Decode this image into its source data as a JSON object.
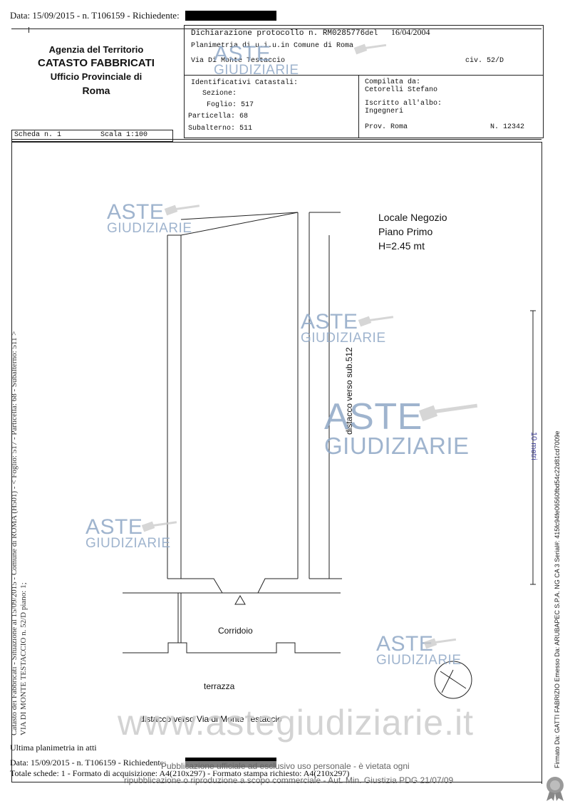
{
  "header": {
    "top_line_prefix": "Data: 15/09/2015 - n. T106159 - Richiedente:",
    "left_title_1": "Agenzia del Territorio",
    "left_title_2": "CATASTO FABBRICATI",
    "left_title_3": "Ufficio Provinciale di",
    "left_title_4": "Roma",
    "protocol_label": "Dichiarazione protocollo n. RM0285776",
    "protocol_del": "del",
    "protocol_date": "16/04/2004",
    "planimetria": "Planimetria di u.i.u.in Comune di Roma",
    "address": "Via Di Monte Testaccio",
    "civ": "civ. 52/D",
    "identificativi": "Identificativi Catastali:",
    "sezione": "Sezione:",
    "foglio": "Foglio: 517",
    "particella": "Particella: 68",
    "subalterno": "Subalterno: 511",
    "compilata": "Compilata da:",
    "compilatore": "Cetorelli Stefano",
    "iscritto": "Iscritto all'albo:",
    "albo": "Ingegneri",
    "prov": "Prov. Roma",
    "numero": "N. 12342",
    "scheda": "Scheda n. 1",
    "scala": "Scala 1:100"
  },
  "plan": {
    "title_1": "Locale Negozio",
    "title_2": "Piano Primo",
    "title_3": "H=2.45 mt",
    "distacco_sub": "distacco verso sub.512",
    "corridoio": "Corridoio",
    "terrazza": "terrazza",
    "distacco_via": "distacco verso Via di Monte Testaccio",
    "scale_label": "10 metri"
  },
  "watermark": {
    "aste": "ASTE",
    "giudiziarie": "GIUDIZIARIE",
    "site": "www.astegiudiziarie.it",
    "notice_1": "Pubblicazione ufficiale ad esclusivo uso personale - è vietata ogni",
    "notice_2": "ripubblicazione o riproduzione a scopo commerciale - Aut. Min. Giustizia PDG 21/07/09"
  },
  "side": {
    "left_vertical_1": "Catasto dei Fabbricati - Situazione al 15/09/2015 - Comune di ROMA (H501) - < Foglio: 517 - Particella: 68 - Subalterno: 511 >",
    "left_vertical_2": "VIA DI MONTE TESTACCIO n. 52/D piano: 1;",
    "right_vertical": "Firmato Da: GATTI FABRIZIO Emesso Da: ARUBAPEC S.P.A. NG CA 3 Serial#: 415fc94fe06560fbd54c22d81cd7009e"
  },
  "footer": {
    "ultima": "Ultima planimetria in atti",
    "data_line": "Data: 15/09/2015 - n. T106159 - Richiedente:",
    "totale": "Totale schede: 1 - Formato di acquisizione: A4(210x297) - Formato stampa richiesto: A4(210x297)"
  }
}
